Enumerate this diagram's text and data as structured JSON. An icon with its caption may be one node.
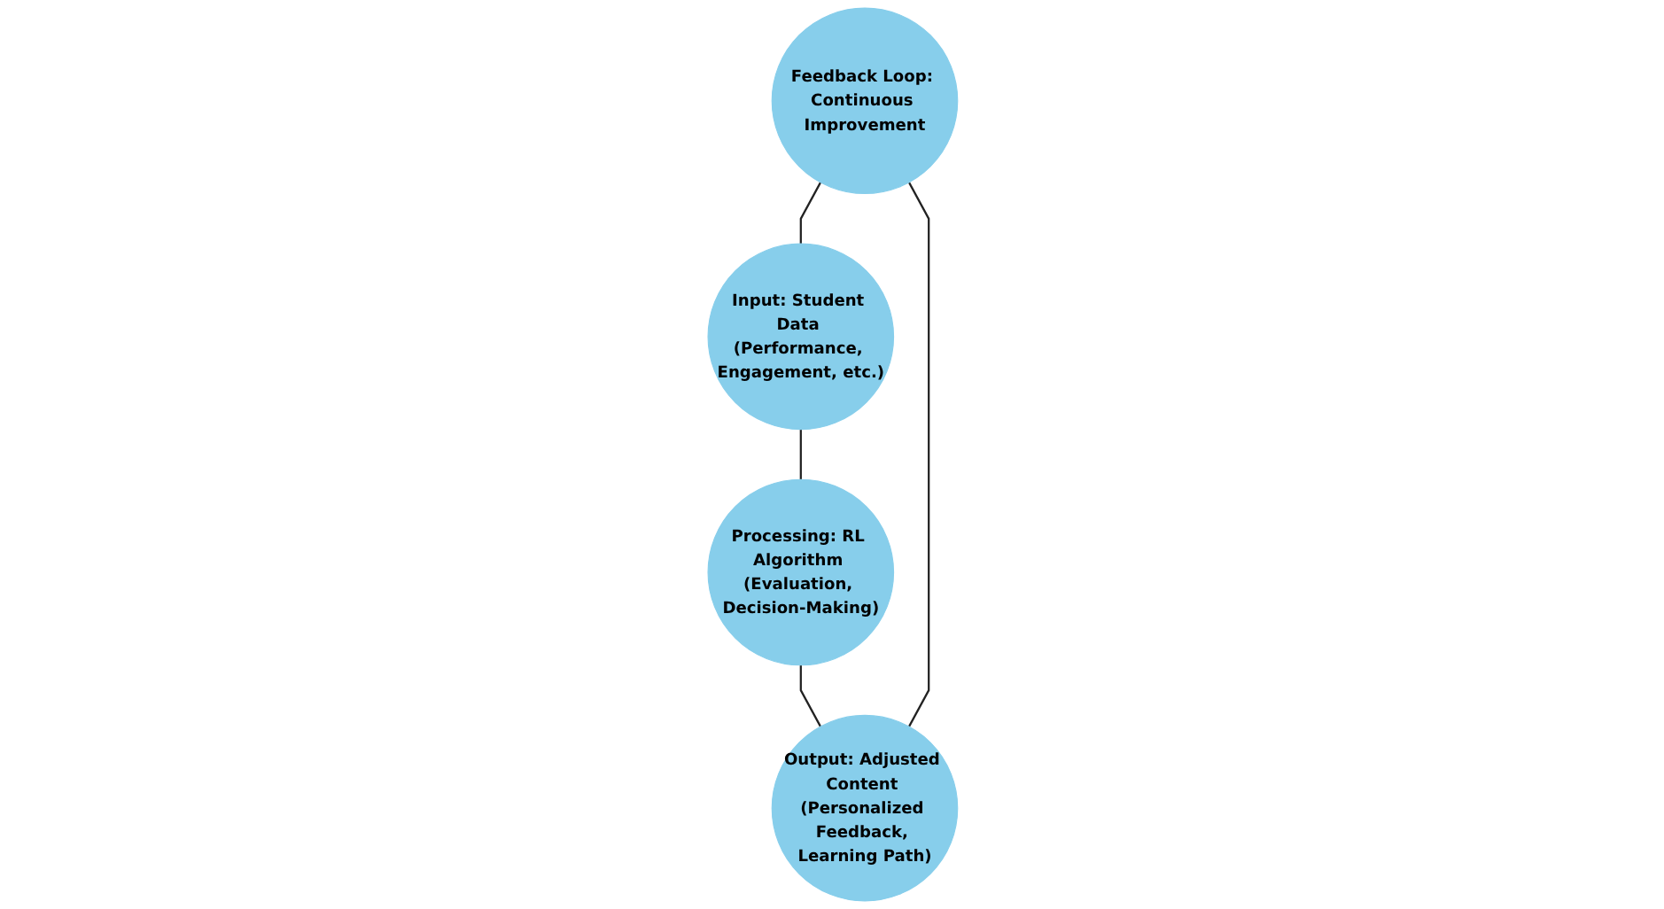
{
  "diagram": {
    "nodes": [
      {
        "text": [
          "Feedback Loop: Continuous Improvement"
        ]
      },
      {
        "text": [
          "Input: Student Data (Performance, Engagement, etc.)"
        ]
      },
      {
        "text": [
          "Processing: RL Algorithm (Evaluation, Decision-Making)"
        ]
      },
      {
        "text": [
          "Output: Adjusted Content (Personalized Feedback, Learning Path)"
        ]
      }
    ],
    "edges": [
      {
        "from": 1,
        "to": 2,
        "arrow": "none"
      },
      {
        "from": 2,
        "to": 3,
        "arrow": "none"
      },
      {
        "from": 3,
        "to": 0,
        "arrow": "none"
      },
      {
        "from": 0,
        "to": 1,
        "arrow": "none"
      }
    ]
  }
}
